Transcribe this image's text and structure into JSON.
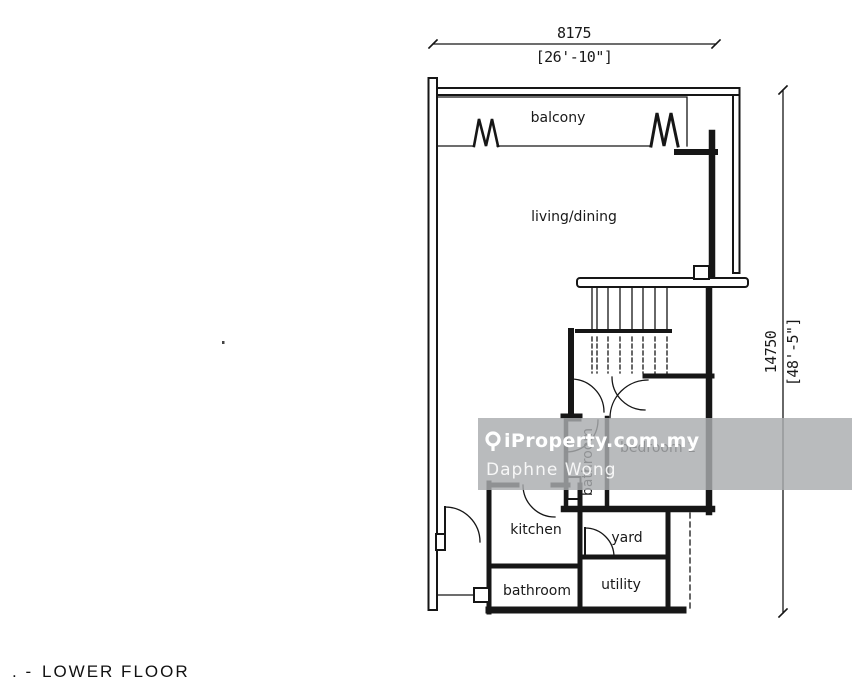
{
  "plan": {
    "footer_prefix": ". -",
    "footer_label": "LOWER FLOOR",
    "rooms": {
      "balcony": "balcony",
      "living_dining": "living/dining",
      "bedroom1": "bedroom 1",
      "bathroom_small": "bathroom",
      "kitchen": "kitchen",
      "yard": "yard",
      "utility": "utility",
      "bathroom": "bathroom"
    },
    "dimensions": {
      "width_mm": "8175",
      "width_ft": "[26'-10\"]",
      "height_mm": "14750",
      "height_ft": "[48'-5\"]"
    }
  },
  "watermark": {
    "brand": "iProperty.com.my",
    "agent": "Daphne Wong",
    "pin_icon": "map-pin",
    "band_color": "#a9acaf",
    "text_color": "#ffffff"
  },
  "colors": {
    "ink": "#161616",
    "background": "#ffffff"
  }
}
